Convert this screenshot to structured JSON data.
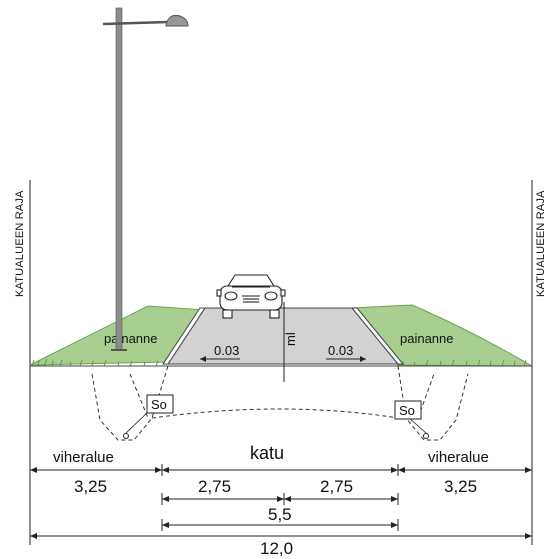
{
  "boundary_label": "KATUALUEEN RAJA",
  "zones": {
    "left": "viheralue",
    "center": "katu",
    "right": "viheralue"
  },
  "ditch_label": "painanne",
  "cross_slope": "0.03",
  "centerline_label": "ml",
  "drain_label": "So",
  "dimensions": {
    "green_left": "3,25",
    "lane_left": "2,75",
    "lane_right": "2,75",
    "green_right": "3,25",
    "carriageway": "5,5",
    "total": "12,0"
  },
  "colors": {
    "grass": "#a8cf8f",
    "grass_dark": "#5e9a4a",
    "asphalt": "#d2d2d2",
    "pole": "#8c8c8c",
    "line": "#222222"
  }
}
